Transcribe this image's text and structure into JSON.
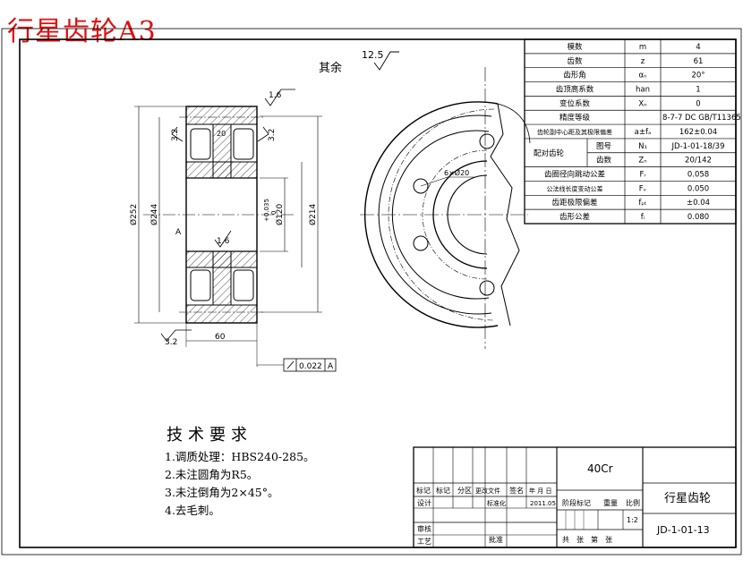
{
  "header": {
    "title": "行星齿轮A3"
  },
  "view": {
    "rest_label": "其余",
    "rest_roughness": "12.5",
    "roughness_top": "1.6",
    "roughness_mid": "1.6",
    "roughness_left": "3.2",
    "roughness_right": "3.2",
    "roughness_bottom": "3.2",
    "dim_tooth_width": "20",
    "dim_face_width": "60",
    "dim_outer": "Ø252",
    "dim_pitch": "Ø244",
    "dim_hub": "Ø214",
    "dim_bore": "Ø120",
    "dim_bore_tol_upper": "+0.035",
    "dim_bore_tol_lower": "0",
    "datum": "A",
    "runout_value": "0.022",
    "runout_datum": "A",
    "holes_note": "6×Ø20"
  },
  "params": {
    "rows": [
      {
        "name": "模数",
        "symbol": "m",
        "value": "4"
      },
      {
        "name": "齿数",
        "symbol": "z",
        "value": "61"
      },
      {
        "name": "齿形角",
        "symbol": "αₙ",
        "value": "20°"
      },
      {
        "name": "齿顶高系数",
        "symbol": "han",
        "value": "1"
      },
      {
        "name": "变位系数",
        "symbol": "Xₙ",
        "value": "0"
      },
      {
        "name": "精度等级",
        "value": "8-7-7 DC GB/T11365"
      },
      {
        "name": "齿轮副中心距及其极限偏差",
        "symbol": "a±fₐ",
        "value": "162±0.04"
      },
      {
        "name": "配对齿轮",
        "sub": "图号",
        "symbol": "N₁",
        "value": "JD-1-01-18/39"
      },
      {
        "sub": "齿数",
        "symbol": "Zₙ",
        "value": "20/142"
      },
      {
        "name": "齿圈径向跳动公差",
        "symbol": "Fᵣ",
        "value": "0.058"
      },
      {
        "name": "公法线长度变动公差",
        "symbol": "Fᵥ",
        "value": "0.050"
      },
      {
        "name": "齿距极限偏差",
        "symbol": "fₚₜ",
        "value": "±0.04"
      },
      {
        "name": "齿形公差",
        "symbol": "fᵢ",
        "value": "0.080"
      }
    ]
  },
  "tech": {
    "title": "技术要求",
    "notes": [
      "1.调质处理：HBS240-285。",
      "2.未注圆角为R5。",
      "3.未注倒角为2×45°。",
      "4.去毛刺。"
    ]
  },
  "titleblock": {
    "material": "40Cr",
    "part_name": "行星齿轮",
    "drawing_no": "JD-1-01-13",
    "labels": {
      "mark": "标记",
      "count": "标记",
      "zone": "分区",
      "change": "更改文件",
      "sign": "签名",
      "date": "年 月 日",
      "design": "设计",
      "standard": "标准化",
      "stage": "阶段标记",
      "weight": "重量",
      "scale": "比例",
      "check": "审核",
      "process": "工艺",
      "approve": "批准",
      "sheets": "共　张　第　张",
      "year": "2011.05",
      "scale_value": "1:2"
    }
  }
}
